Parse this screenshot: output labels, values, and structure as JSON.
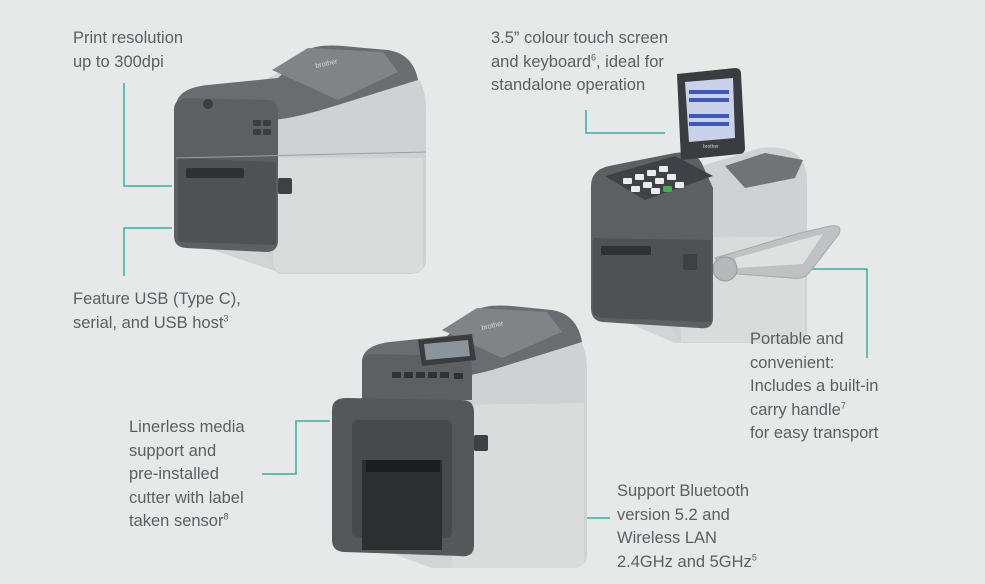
{
  "accent_color": "#2fb3a0",
  "callouts": {
    "resolution": {
      "l1": "Print resolution",
      "l2": "up to 300dpi"
    },
    "usb": {
      "l1": "Feature USB (Type C),",
      "l2": "serial, and USB host",
      "sup2": "3"
    },
    "touchscreen": {
      "l1": "3.5” colour touch screen",
      "l2a": "and keyboard",
      "sup": "6",
      "l2b": ", ideal for",
      "l3": "standalone operation"
    },
    "portable": {
      "l1": "Portable and",
      "l2": "convenient:",
      "l3": "Includes a built-in",
      "l4": "carry handle",
      "sup4": "7",
      "l5": "for easy transport"
    },
    "linerless": {
      "l1": "Linerless media",
      "l2": "support and",
      "l3": "pre-installed",
      "l4": "cutter with label",
      "l5": "taken sensor",
      "sup5": "8"
    },
    "bluetooth": {
      "l1": "Support Bluetooth",
      "l2": "version 5.2 and",
      "l3": "Wireless LAN",
      "l4": "2.4GHz and 5GHz",
      "sup4": "5"
    }
  },
  "brand_label": "brother"
}
